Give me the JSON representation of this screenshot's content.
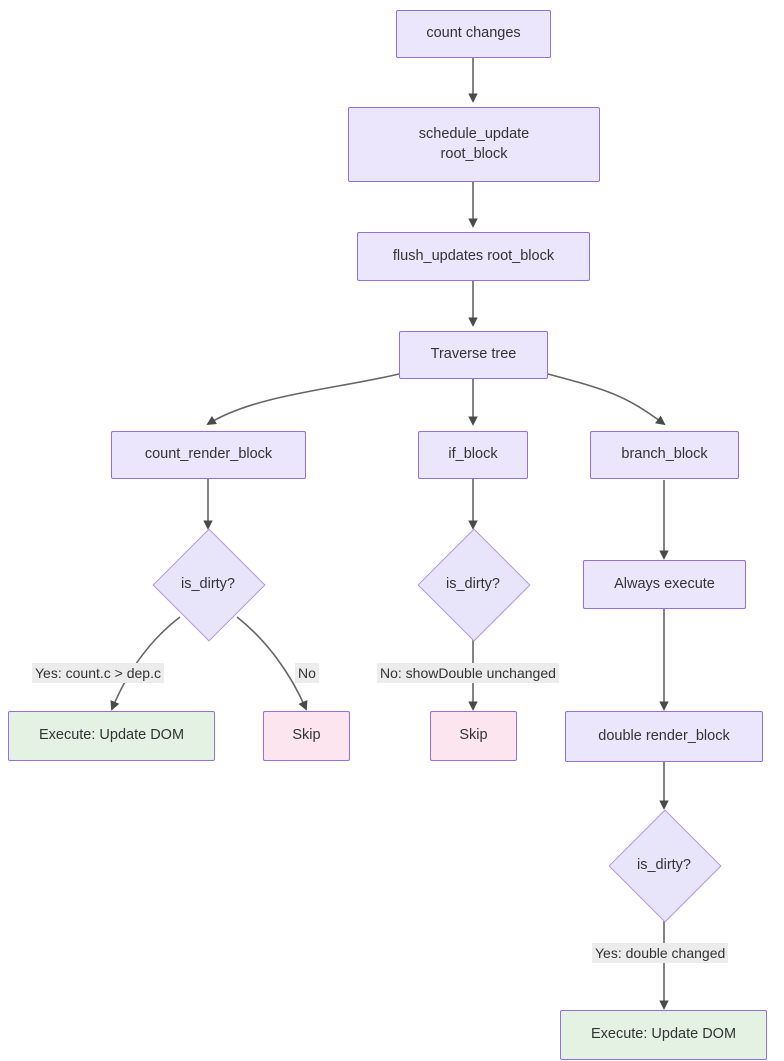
{
  "diagram": {
    "type": "flowchart",
    "title": "count changes update propagation flowchart",
    "colors": {
      "process_fill": "#e8e4fa",
      "process_stroke": "#9370db",
      "decision_fill": "#e8e4fa",
      "decision_stroke": "#b39ae0",
      "success_fill": "#e4f2e4",
      "skip_fill": "#fce5ee",
      "edge_stroke": "#555555",
      "label_bg": "#ececec",
      "text": "#333333"
    },
    "nodes": [
      {
        "id": "count_changes",
        "label": "count changes",
        "shape": "rect",
        "kind": "process"
      },
      {
        "id": "schedule_update",
        "label": "schedule_update\nroot_block",
        "shape": "rect",
        "kind": "process"
      },
      {
        "id": "flush_updates",
        "label": "flush_updates root_block",
        "shape": "rect",
        "kind": "process"
      },
      {
        "id": "traverse_tree",
        "label": "Traverse tree",
        "shape": "rect",
        "kind": "process"
      },
      {
        "id": "count_render_block",
        "label": "count_render_block",
        "shape": "rect",
        "kind": "process"
      },
      {
        "id": "if_block",
        "label": "if_block",
        "shape": "rect",
        "kind": "process"
      },
      {
        "id": "branch_block",
        "label": "branch_block",
        "shape": "rect",
        "kind": "process"
      },
      {
        "id": "is_dirty_left",
        "label": "is_dirty?",
        "shape": "diamond",
        "kind": "decision"
      },
      {
        "id": "is_dirty_mid",
        "label": "is_dirty?",
        "shape": "diamond",
        "kind": "decision"
      },
      {
        "id": "always_execute",
        "label": "Always execute",
        "shape": "rect",
        "kind": "process"
      },
      {
        "id": "execute_left",
        "label": "Execute: Update DOM",
        "shape": "rect",
        "kind": "success"
      },
      {
        "id": "skip_left",
        "label": "Skip",
        "shape": "rect",
        "kind": "skip"
      },
      {
        "id": "skip_mid",
        "label": "Skip",
        "shape": "rect",
        "kind": "skip"
      },
      {
        "id": "double_render",
        "label": "double render_block",
        "shape": "rect",
        "kind": "process"
      },
      {
        "id": "is_dirty_right",
        "label": "is_dirty?",
        "shape": "diamond",
        "kind": "decision"
      },
      {
        "id": "execute_right",
        "label": "Execute: Update DOM",
        "shape": "rect",
        "kind": "success"
      }
    ],
    "edge_labels": [
      {
        "id": "label_yes_count",
        "text": "Yes: count.c > dep.c"
      },
      {
        "id": "label_no_left",
        "text": "No"
      },
      {
        "id": "label_no_mid",
        "text": "No: showDouble unchanged"
      },
      {
        "id": "label_yes_double",
        "text": "Yes: double changed"
      }
    ],
    "edges": [
      {
        "from": "count_changes",
        "to": "schedule_update",
        "label": ""
      },
      {
        "from": "schedule_update",
        "to": "flush_updates",
        "label": ""
      },
      {
        "from": "flush_updates",
        "to": "traverse_tree",
        "label": ""
      },
      {
        "from": "traverse_tree",
        "to": "count_render_block",
        "label": ""
      },
      {
        "from": "traverse_tree",
        "to": "if_block",
        "label": ""
      },
      {
        "from": "traverse_tree",
        "to": "branch_block",
        "label": ""
      },
      {
        "from": "count_render_block",
        "to": "is_dirty_left",
        "label": ""
      },
      {
        "from": "if_block",
        "to": "is_dirty_mid",
        "label": ""
      },
      {
        "from": "branch_block",
        "to": "always_execute",
        "label": ""
      },
      {
        "from": "is_dirty_left",
        "to": "execute_left",
        "label": "Yes: count.c > dep.c"
      },
      {
        "from": "is_dirty_left",
        "to": "skip_left",
        "label": "No"
      },
      {
        "from": "is_dirty_mid",
        "to": "skip_mid",
        "label": "No: showDouble unchanged"
      },
      {
        "from": "always_execute",
        "to": "double_render",
        "label": ""
      },
      {
        "from": "double_render",
        "to": "is_dirty_right",
        "label": ""
      },
      {
        "from": "is_dirty_right",
        "to": "execute_right",
        "label": "Yes: double changed"
      }
    ]
  }
}
